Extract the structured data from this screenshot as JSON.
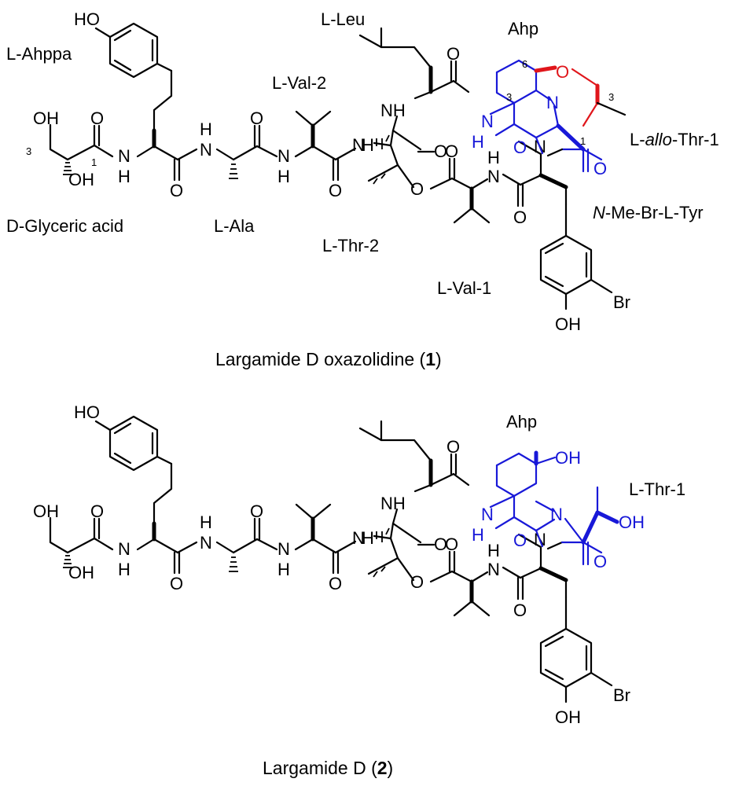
{
  "structure1": {
    "title": "Largamide D oxazolidine (",
    "title_num": "1",
    "title_end": ")",
    "labels": {
      "ahppa": "L-Ahppa",
      "val2": "L-Val-2",
      "leu": "L-Leu",
      "ahp": "Ahp",
      "allothr_prefix": "L-",
      "allothr_italic": "allo",
      "allothr_suffix": "-Thr-1",
      "glyceric": "D-Glyceric acid",
      "ala": "L-Ala",
      "thr2": "L-Thr-2",
      "val1": "L-Val-1",
      "metyr_italic": "N",
      "metyr_rest": "-Me-Br-L-Tyr"
    },
    "numbers": {
      "gly3": "3",
      "gly1": "1",
      "ahp6": "6",
      "ahp3": "3",
      "thr3": "3",
      "thr1": "1"
    }
  },
  "structure2": {
    "title": "Largamide D (",
    "title_num": "2",
    "title_end": ")",
    "labels": {
      "ahp": "Ahp",
      "thr1": "L-Thr-1"
    }
  },
  "atoms": {
    "HO": "HO",
    "OH": "OH",
    "O": "O",
    "N": "N",
    "H": "H",
    "NH": "NH",
    "Br": "Br"
  },
  "colors": {
    "ahp_residue": "#1818d8",
    "oxazolidine_ring": "#e0161b",
    "bonds": "#000000"
  }
}
